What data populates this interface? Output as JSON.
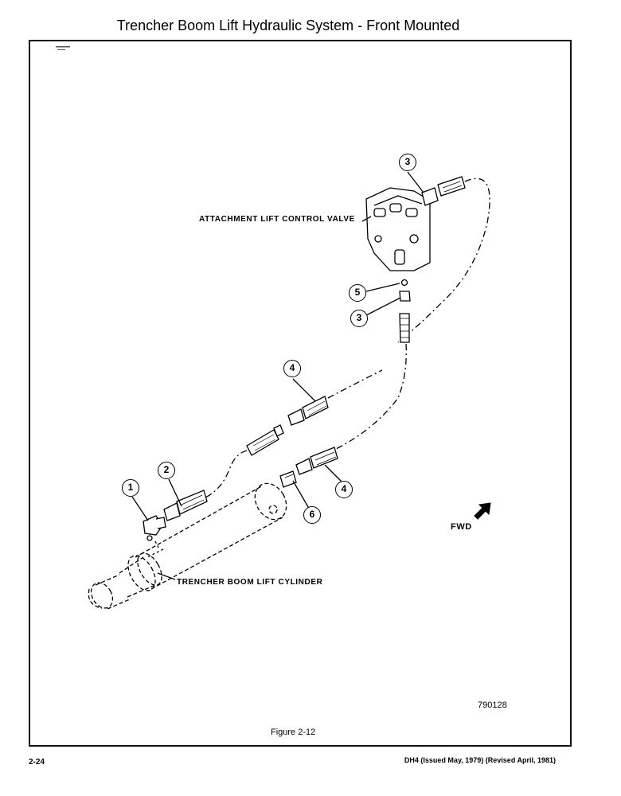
{
  "title": "Trencher Boom Lift Hydraulic System - Front Mounted",
  "labels": {
    "valve": "ATTACHMENT LIFT CONTROL VALVE",
    "cylinder": "TRENCHER BOOM LIFT CYLINDER",
    "fwd": "FWD",
    "drawing_number": "790128",
    "figure": "Figure 2-12"
  },
  "callouts": [
    "3",
    "5",
    "3",
    "4",
    "2",
    "1",
    "6",
    "4"
  ],
  "footer": {
    "page_number": "2-24",
    "document_ref": "DH4 (Issued May, 1979) (Revised April, 1981)"
  }
}
